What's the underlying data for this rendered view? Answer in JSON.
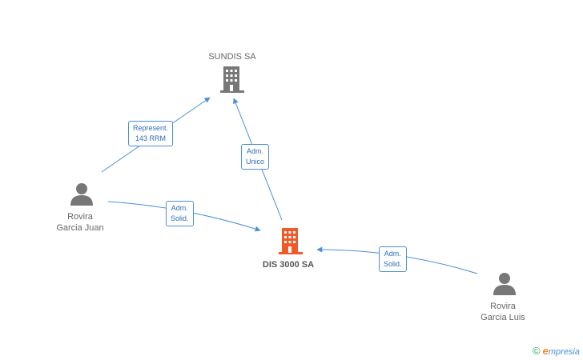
{
  "nodes": {
    "sundis": {
      "name": "SUNDIS SA",
      "type": "company",
      "color": "#777777"
    },
    "dis3000": {
      "name": "DIS 3000 SA",
      "type": "company",
      "color": "#f05a28"
    },
    "juan": {
      "name_line1": "Rovira",
      "name_line2": "Garcia Juan",
      "type": "person",
      "color": "#777777"
    },
    "luis": {
      "name_line1": "Rovira",
      "name_line2": "Garcia Luis",
      "type": "person",
      "color": "#777777"
    }
  },
  "edges": {
    "juan_sundis": {
      "line1": "Represent.",
      "line2": "143 RRM"
    },
    "dis_sundis": {
      "line1": "Adm.",
      "line2": "Unico"
    },
    "juan_dis": {
      "line1": "Adm.",
      "line2": "Solid."
    },
    "luis_dis": {
      "line1": "Adm.",
      "line2": "Solid."
    }
  },
  "colors": {
    "edge": "#4a90d9"
  },
  "footer": {
    "copyright_symbol": "©",
    "brand_initial": "e",
    "brand_rest": "mpresia"
  }
}
